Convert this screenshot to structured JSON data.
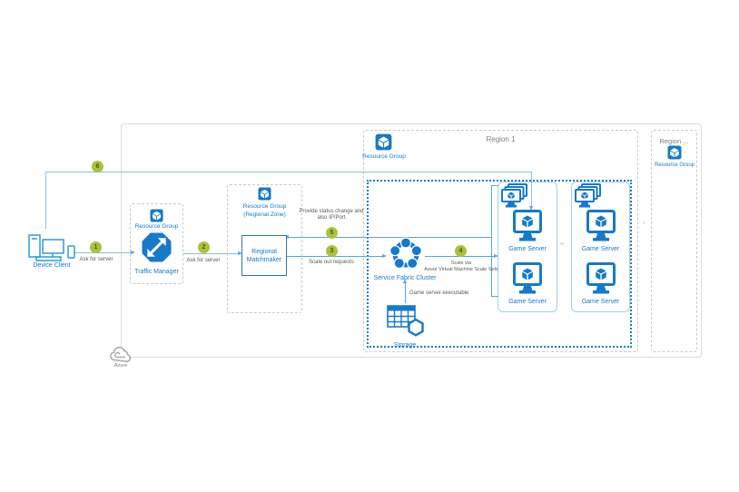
{
  "azure": {
    "label": "Azure"
  },
  "device_client": {
    "label": "Device Client"
  },
  "traffic_manager": {
    "group_label": "Resource Group",
    "label": "Traffic Manager"
  },
  "matchmaker": {
    "group_label_line1": "Resource Group",
    "group_label_line2": "(Regional Zone)",
    "label_line1": "Regional",
    "label_line2": "Matchmaker"
  },
  "region1": {
    "title": "Region 1",
    "group_label": "Resource Group"
  },
  "region_n": {
    "title": "Region ...",
    "group_label": "Resource Group"
  },
  "service_fabric": {
    "label": "Service Fabric Cluster"
  },
  "storage": {
    "label": "Storage",
    "annotation": "Game server executable"
  },
  "game_server": {
    "label": "Game Server"
  },
  "separators": {
    "columns": "--",
    "regions": "-"
  },
  "steps": [
    {
      "num": "1",
      "label": "Ask for server"
    },
    {
      "num": "2",
      "label": "Ask for server"
    },
    {
      "num": "3",
      "label": "Scale out requests"
    },
    {
      "num": "4",
      "label_line1": "Scale via",
      "label_line2": "Azure Virtual Machine Scale Sets"
    },
    {
      "num": "5",
      "label_line1": "Provide status change and",
      "label_line2": "also IP/Port"
    },
    {
      "num": "6"
    }
  ],
  "colors": {
    "icon_blue": "#1779c8",
    "line_light_blue": "#8fbce3",
    "line_blue": "#5ba3d9",
    "badge_green": "#a9c23f",
    "box_gray": "#c9c9c9",
    "text_gray": "#595959"
  }
}
